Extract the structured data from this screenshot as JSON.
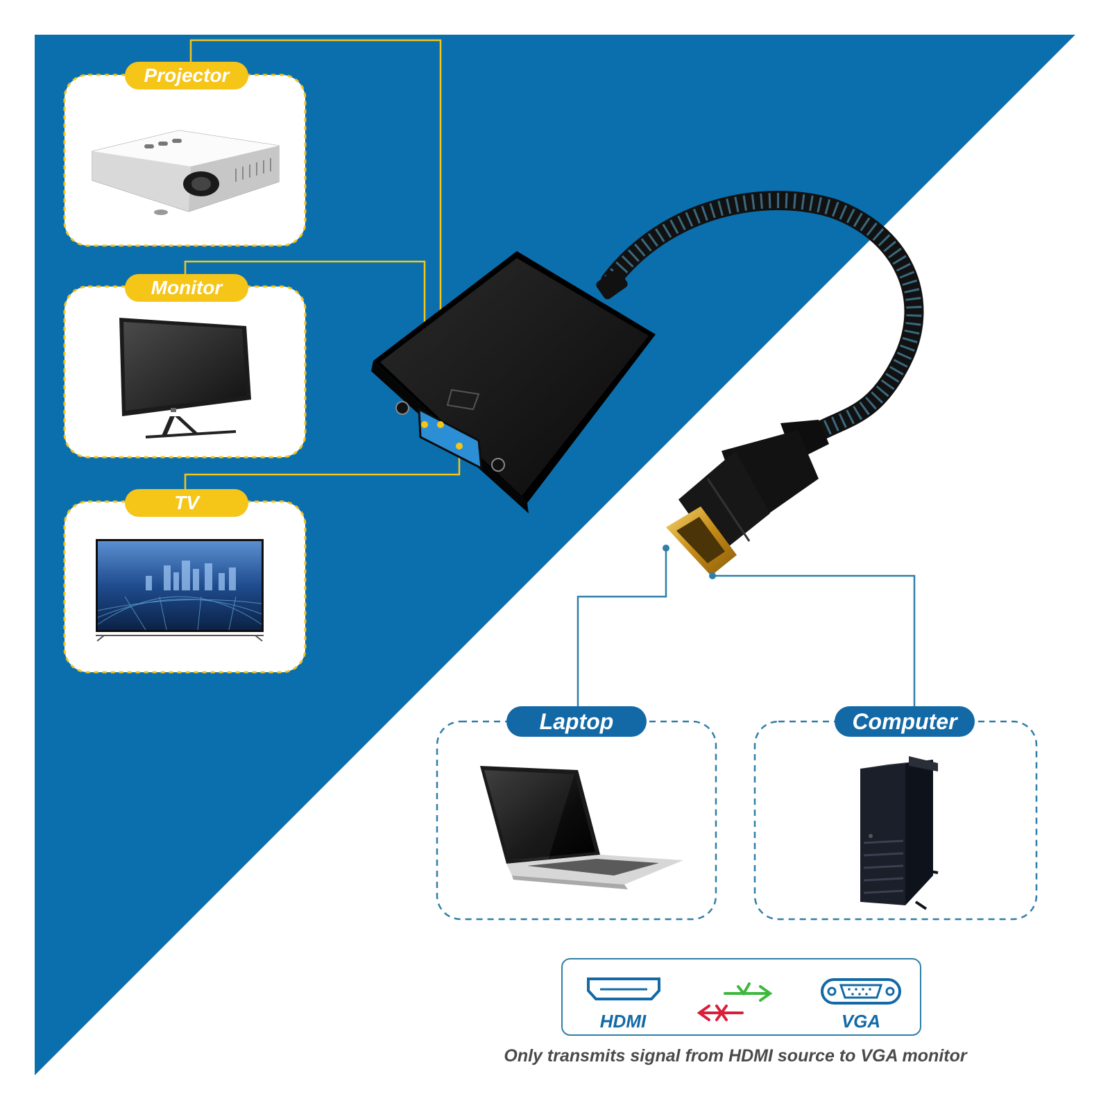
{
  "colors": {
    "blue_panel": "#0b6fae",
    "yellow": "#f5c518",
    "teal_border": "#2f7ea8",
    "label_blue": "#1269a6",
    "white": "#ffffff",
    "black": "#141414",
    "green_arrow": "#3db83d",
    "red_arrow": "#d81e3a"
  },
  "outputs": {
    "items": [
      {
        "label": "Projector",
        "icon": "projector-icon"
      },
      {
        "label": "Monitor",
        "icon": "monitor-icon"
      },
      {
        "label": "TV",
        "icon": "tv-icon"
      }
    ]
  },
  "sources": {
    "items": [
      {
        "label": "Laptop",
        "icon": "laptop-icon"
      },
      {
        "label": "Computer",
        "icon": "computer-tower-icon"
      }
    ]
  },
  "legend": {
    "hdmi_label": "HDMI",
    "vga_label": "VGA",
    "caption": "Only transmits signal from HDMI source to VGA monitor"
  }
}
